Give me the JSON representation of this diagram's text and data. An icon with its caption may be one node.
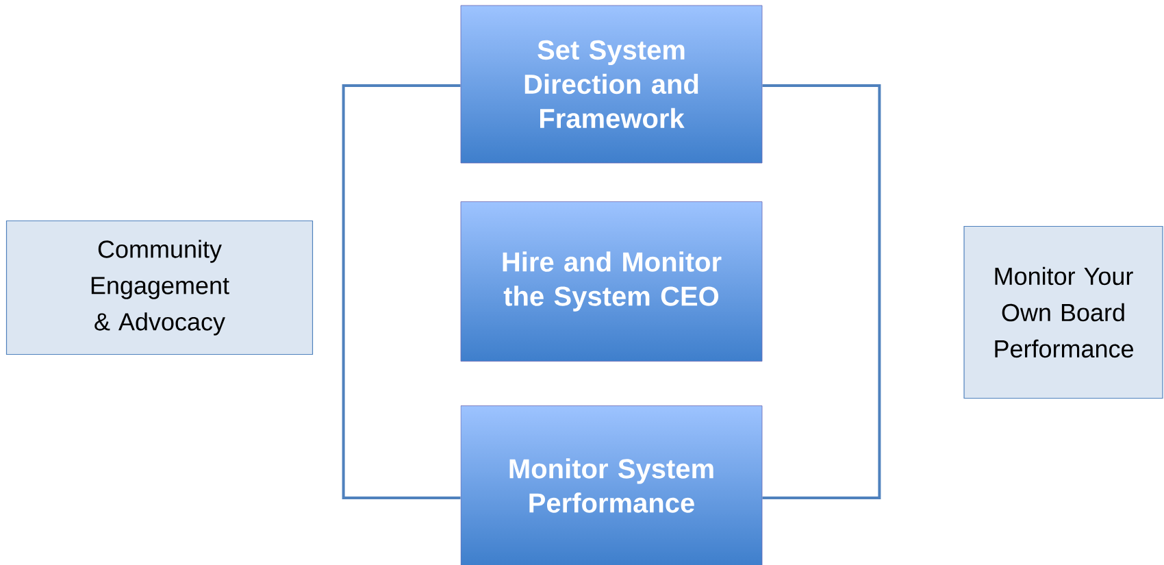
{
  "diagram": {
    "nodes": [
      {
        "text": [
          "Community Engagement & Advocacy"
        ]
      },
      {
        "text": [
          "Set System Direction and Framework"
        ]
      },
      {
        "text": [
          "Hire and Monitor the System CEO"
        ]
      },
      {
        "text": [
          "Monitor System Performance"
        ]
      },
      {
        "text": [
          "Monitor Your Own Board Performance"
        ]
      }
    ],
    "edges": [
      {
        "from": 1,
        "to": 3,
        "arrow": "none"
      },
      {
        "from": 1,
        "to": 3,
        "arrow": "none"
      }
    ]
  }
}
